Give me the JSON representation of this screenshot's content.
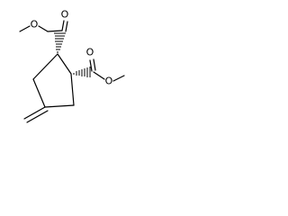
{
  "molecule": {
    "atoms": {
      "o_ester_top": "O",
      "o_carbonyl_top": "O",
      "o_ester_right": "O",
      "o_carbonyl_right": "O"
    }
  },
  "colors": {
    "bond": "#000000",
    "text": "#000000",
    "background": "#ffffff"
  }
}
